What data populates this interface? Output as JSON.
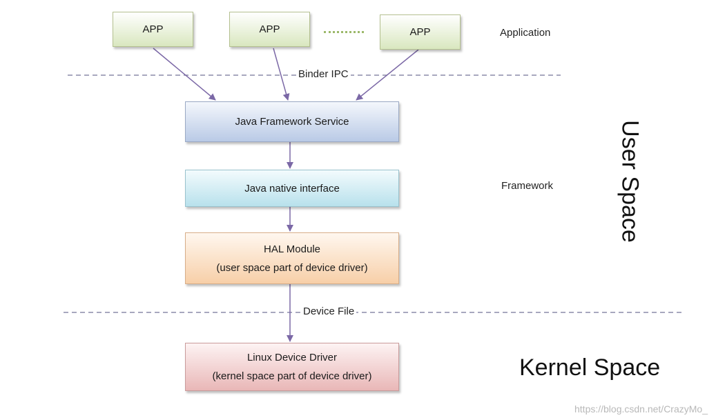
{
  "apps": [
    {
      "label": "APP"
    },
    {
      "label": "APP"
    },
    {
      "label": "APP"
    }
  ],
  "layers": {
    "java_framework_service": "Java Framework Service",
    "java_native_interface": "Java native interface",
    "hal_module": {
      "title": "HAL Module",
      "subtitle": "(user space part of device driver)"
    },
    "linux_device_driver": {
      "title": "Linux Device Driver",
      "subtitle": "(kernel space part of device driver)"
    }
  },
  "boundaries": {
    "binder_ipc": "Binder IPC",
    "device_file": "Device File"
  },
  "side_labels": {
    "application": "Application",
    "framework": "Framework",
    "user_space": "User Space",
    "kernel_space": "Kernel Space"
  },
  "watermark": "https://blog.csdn.net/CrazyMo_",
  "colors": {
    "arrow": "#7b68a6",
    "dashed_line": "#8a8aa8",
    "app_fill": "#d9e7bf",
    "jfs_fill": "#b9cae6",
    "jni_fill": "#b8e1ec",
    "hal_fill": "#f7cfa8",
    "ldd_fill": "#e9b7b7"
  }
}
